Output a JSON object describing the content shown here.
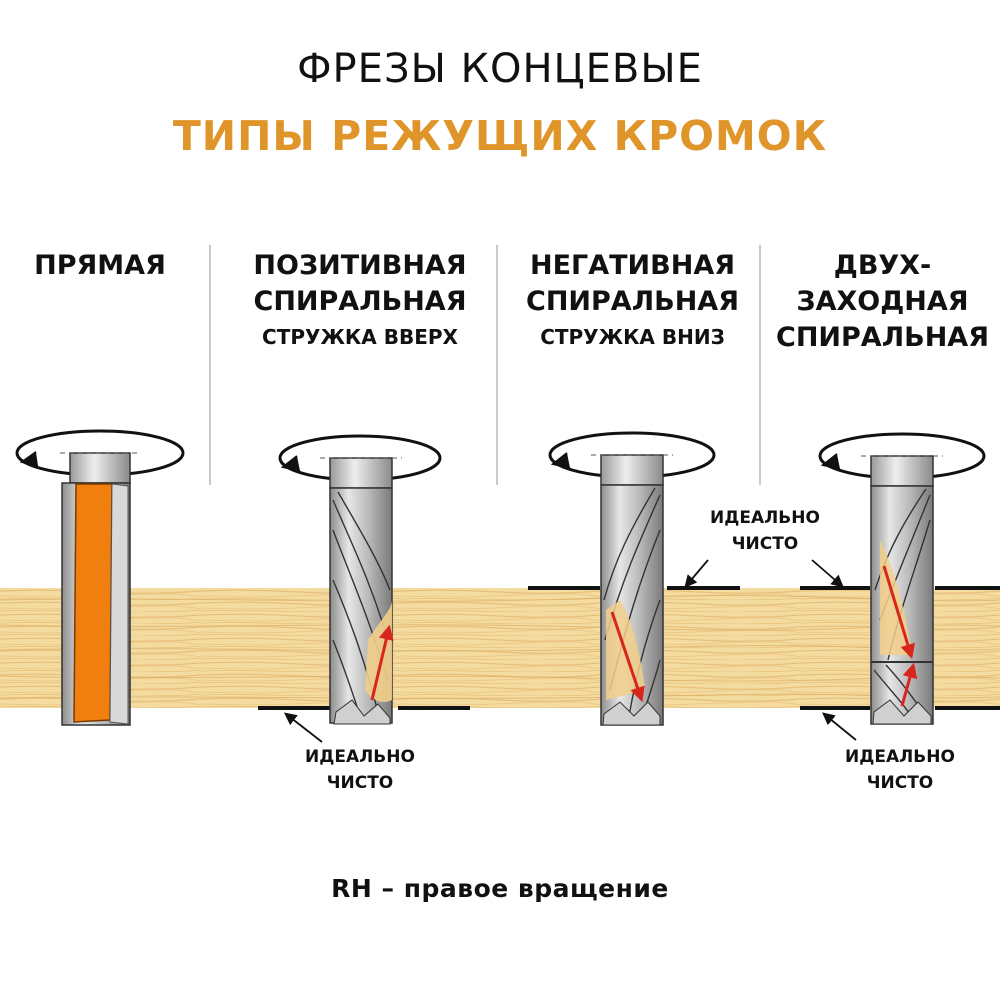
{
  "header": {
    "title": "ФРЕЗЫ КОНЦЕВЫЕ",
    "subtitle": "ТИПЫ РЕЖУЩИХ КРОМОК"
  },
  "columns": [
    {
      "line1": "ПРЯМАЯ",
      "line2": "",
      "line3": ""
    },
    {
      "line1": "ПОЗИТИВНАЯ",
      "line2": "СПИРАЛЬНАЯ",
      "line3": "СТРУЖКА ВВЕРХ"
    },
    {
      "line1": "НЕГАТИВНАЯ",
      "line2": "СПИРАЛЬНАЯ",
      "line3": "СТРУЖКА ВНИЗ"
    },
    {
      "line1": "ДВУХ-",
      "line2": "ЗАХОДНАЯ",
      "line3": "СПИРАЛЬНАЯ"
    }
  ],
  "notes": {
    "clean_line1": "ИДЕАЛЬНО",
    "clean_line2": "ЧИСТО"
  },
  "footer": "RH – правое вращение",
  "colors": {
    "accent": "#e0952b",
    "orange_blade": "#f07f10",
    "wood_light": "#f6dfa6",
    "wood_dark": "#e3bd72",
    "arrow_red": "#d9261c",
    "divider": "#b8b8b8"
  },
  "icons": [
    "rotation-arrow-icon",
    "chip-direction-arrow-icon",
    "pointer-arrow-icon"
  ]
}
